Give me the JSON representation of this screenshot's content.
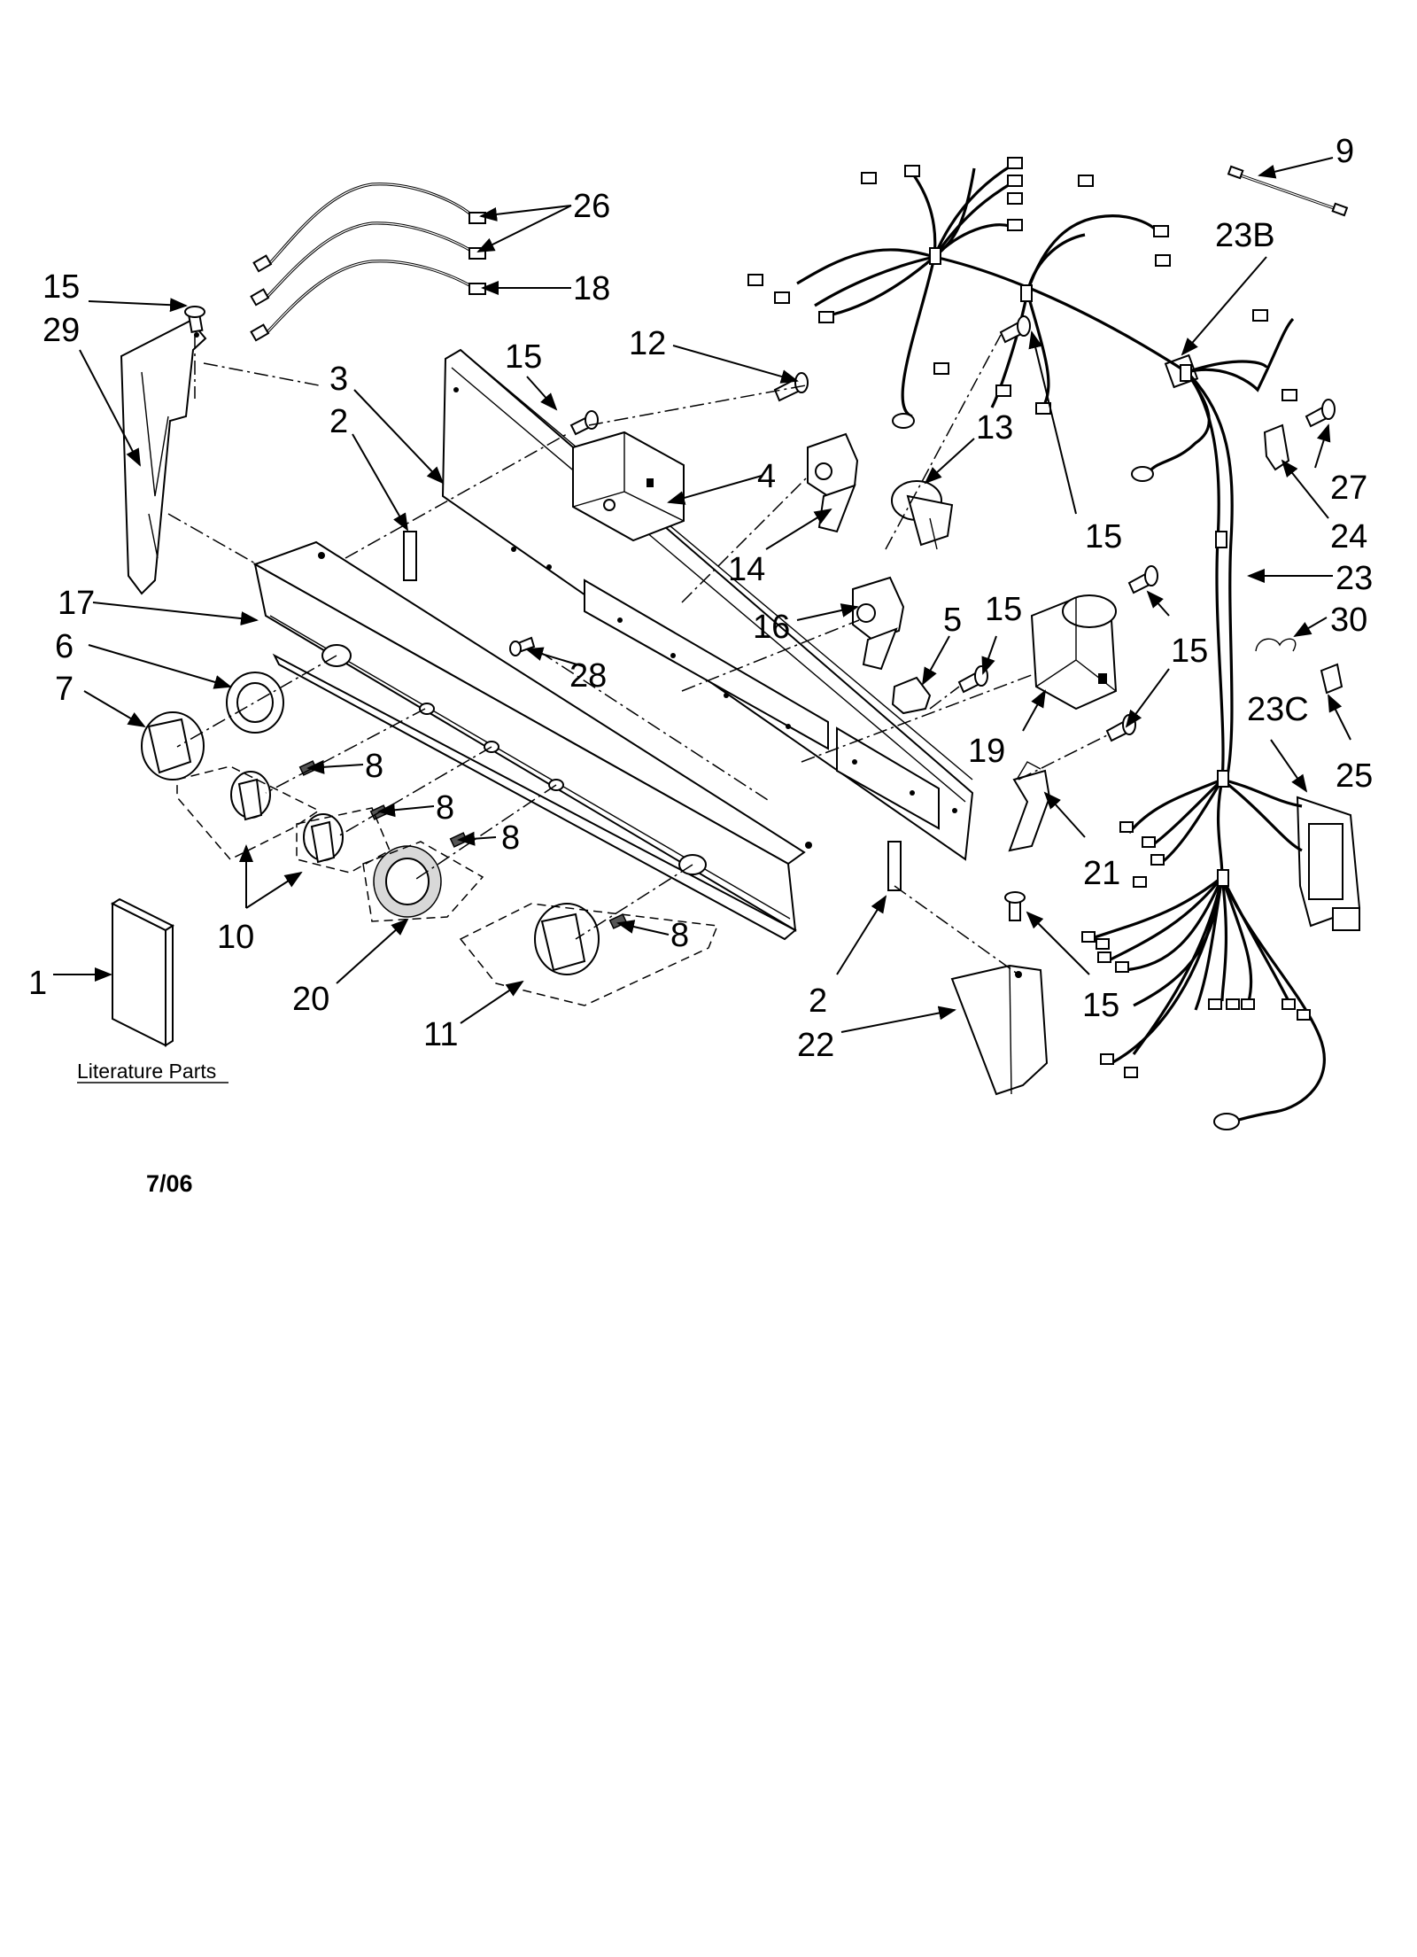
{
  "callouts": {
    "c1": "1",
    "c2a": "2",
    "c2b": "2",
    "c3": "3",
    "c4": "4",
    "c5": "5",
    "c6": "6",
    "c7": "7",
    "c8a": "8",
    "c8b": "8",
    "c8c": "8",
    "c8d": "8",
    "c9": "9",
    "c10": "10",
    "c11": "11",
    "c12": "12",
    "c13": "13",
    "c14": "14",
    "c15a": "15",
    "c15b": "15",
    "c15c": "15",
    "c15d": "15",
    "c15e": "15",
    "c15f": "15",
    "c16": "16",
    "c17": "17",
    "c18": "18",
    "c19": "19",
    "c20": "20",
    "c21": "21",
    "c22": "22",
    "c23": "23",
    "c23b": "23B",
    "c23c": "23C",
    "c24": "24",
    "c25": "25",
    "c26": "26",
    "c27": "27",
    "c28": "28",
    "c29": "29",
    "c30": "30"
  },
  "literature_label": "Literature Parts",
  "date_code": "7/06"
}
